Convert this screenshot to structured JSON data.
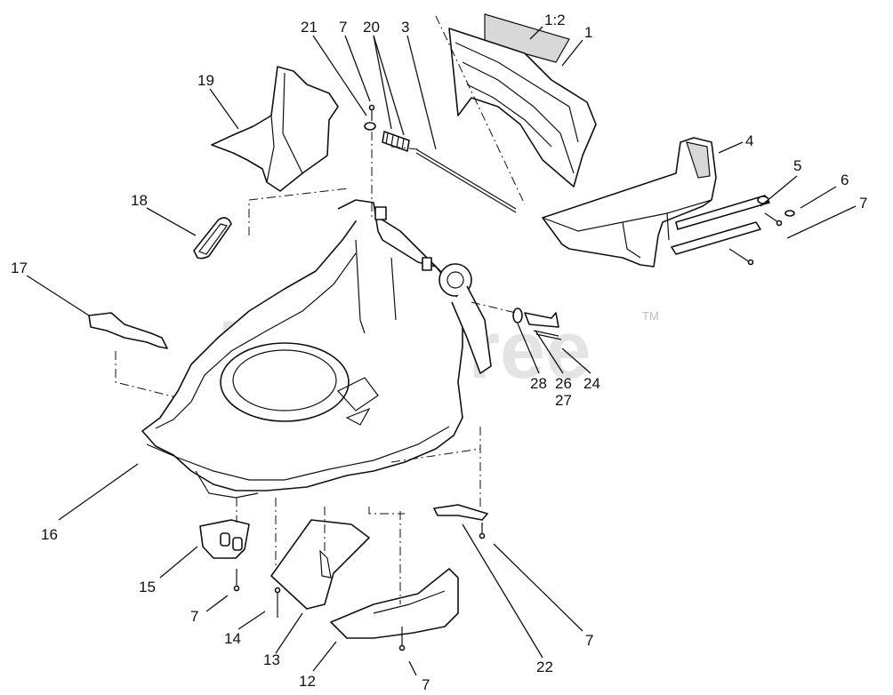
{
  "watermark": {
    "text": "PartsTree",
    "tm": "TM"
  },
  "callouts": [
    {
      "id": "c-21",
      "label": "21"
    },
    {
      "id": "c-7a",
      "label": "7"
    },
    {
      "id": "c-20",
      "label": "20"
    },
    {
      "id": "c-3",
      "label": "3"
    },
    {
      "id": "c-1-2",
      "label": "1:2"
    },
    {
      "id": "c-1",
      "label": "1"
    },
    {
      "id": "c-19",
      "label": "19"
    },
    {
      "id": "c-4",
      "label": "4"
    },
    {
      "id": "c-5",
      "label": "5"
    },
    {
      "id": "c-6",
      "label": "6"
    },
    {
      "id": "c-7b",
      "label": "7"
    },
    {
      "id": "c-18",
      "label": "18"
    },
    {
      "id": "c-17",
      "label": "17"
    },
    {
      "id": "c-28",
      "label": "28"
    },
    {
      "id": "c-26",
      "label": "26"
    },
    {
      "id": "c-27",
      "label": "27"
    },
    {
      "id": "c-24",
      "label": "24"
    },
    {
      "id": "c-16",
      "label": "16"
    },
    {
      "id": "c-15",
      "label": "15"
    },
    {
      "id": "c-7c",
      "label": "7"
    },
    {
      "id": "c-14",
      "label": "14"
    },
    {
      "id": "c-13",
      "label": "13"
    },
    {
      "id": "c-12",
      "label": "12"
    },
    {
      "id": "c-7d",
      "label": "7"
    },
    {
      "id": "c-22",
      "label": "22"
    },
    {
      "id": "c-7e",
      "label": "7"
    }
  ]
}
